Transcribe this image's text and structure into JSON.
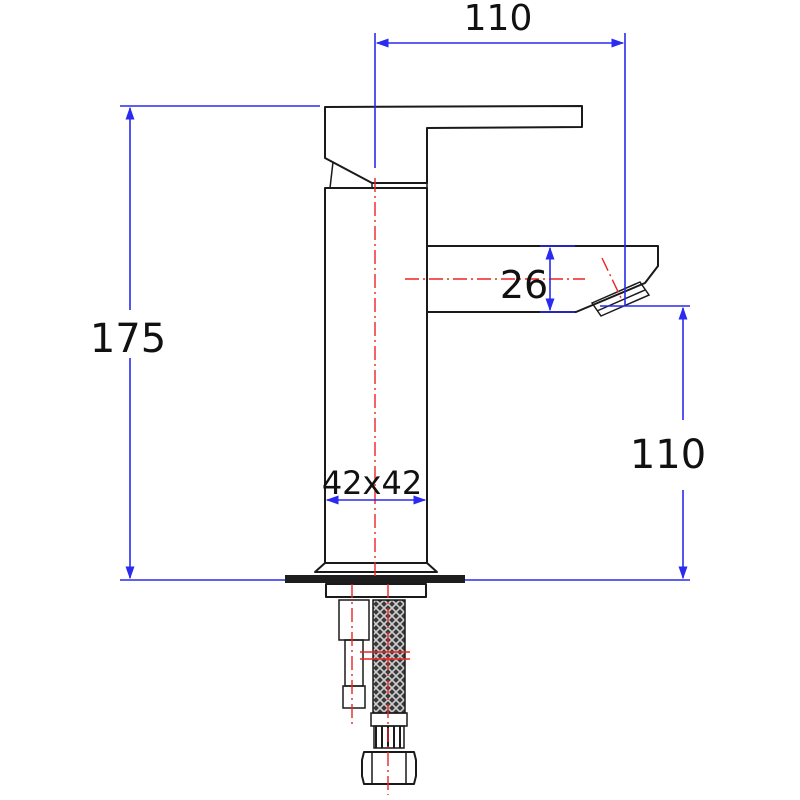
{
  "drawing": {
    "subject": "Basin faucet side-view dimension drawing",
    "dimensions": {
      "spout_reach": "110",
      "total_height": "175",
      "spout_thickness": "26",
      "spout_height": "110",
      "body_section": "42x42"
    },
    "colors": {
      "outline": "#1a1a1a",
      "dimension_lines": "#2a2af0",
      "center_lines": "#ee2222",
      "background": "#ffffff"
    }
  }
}
